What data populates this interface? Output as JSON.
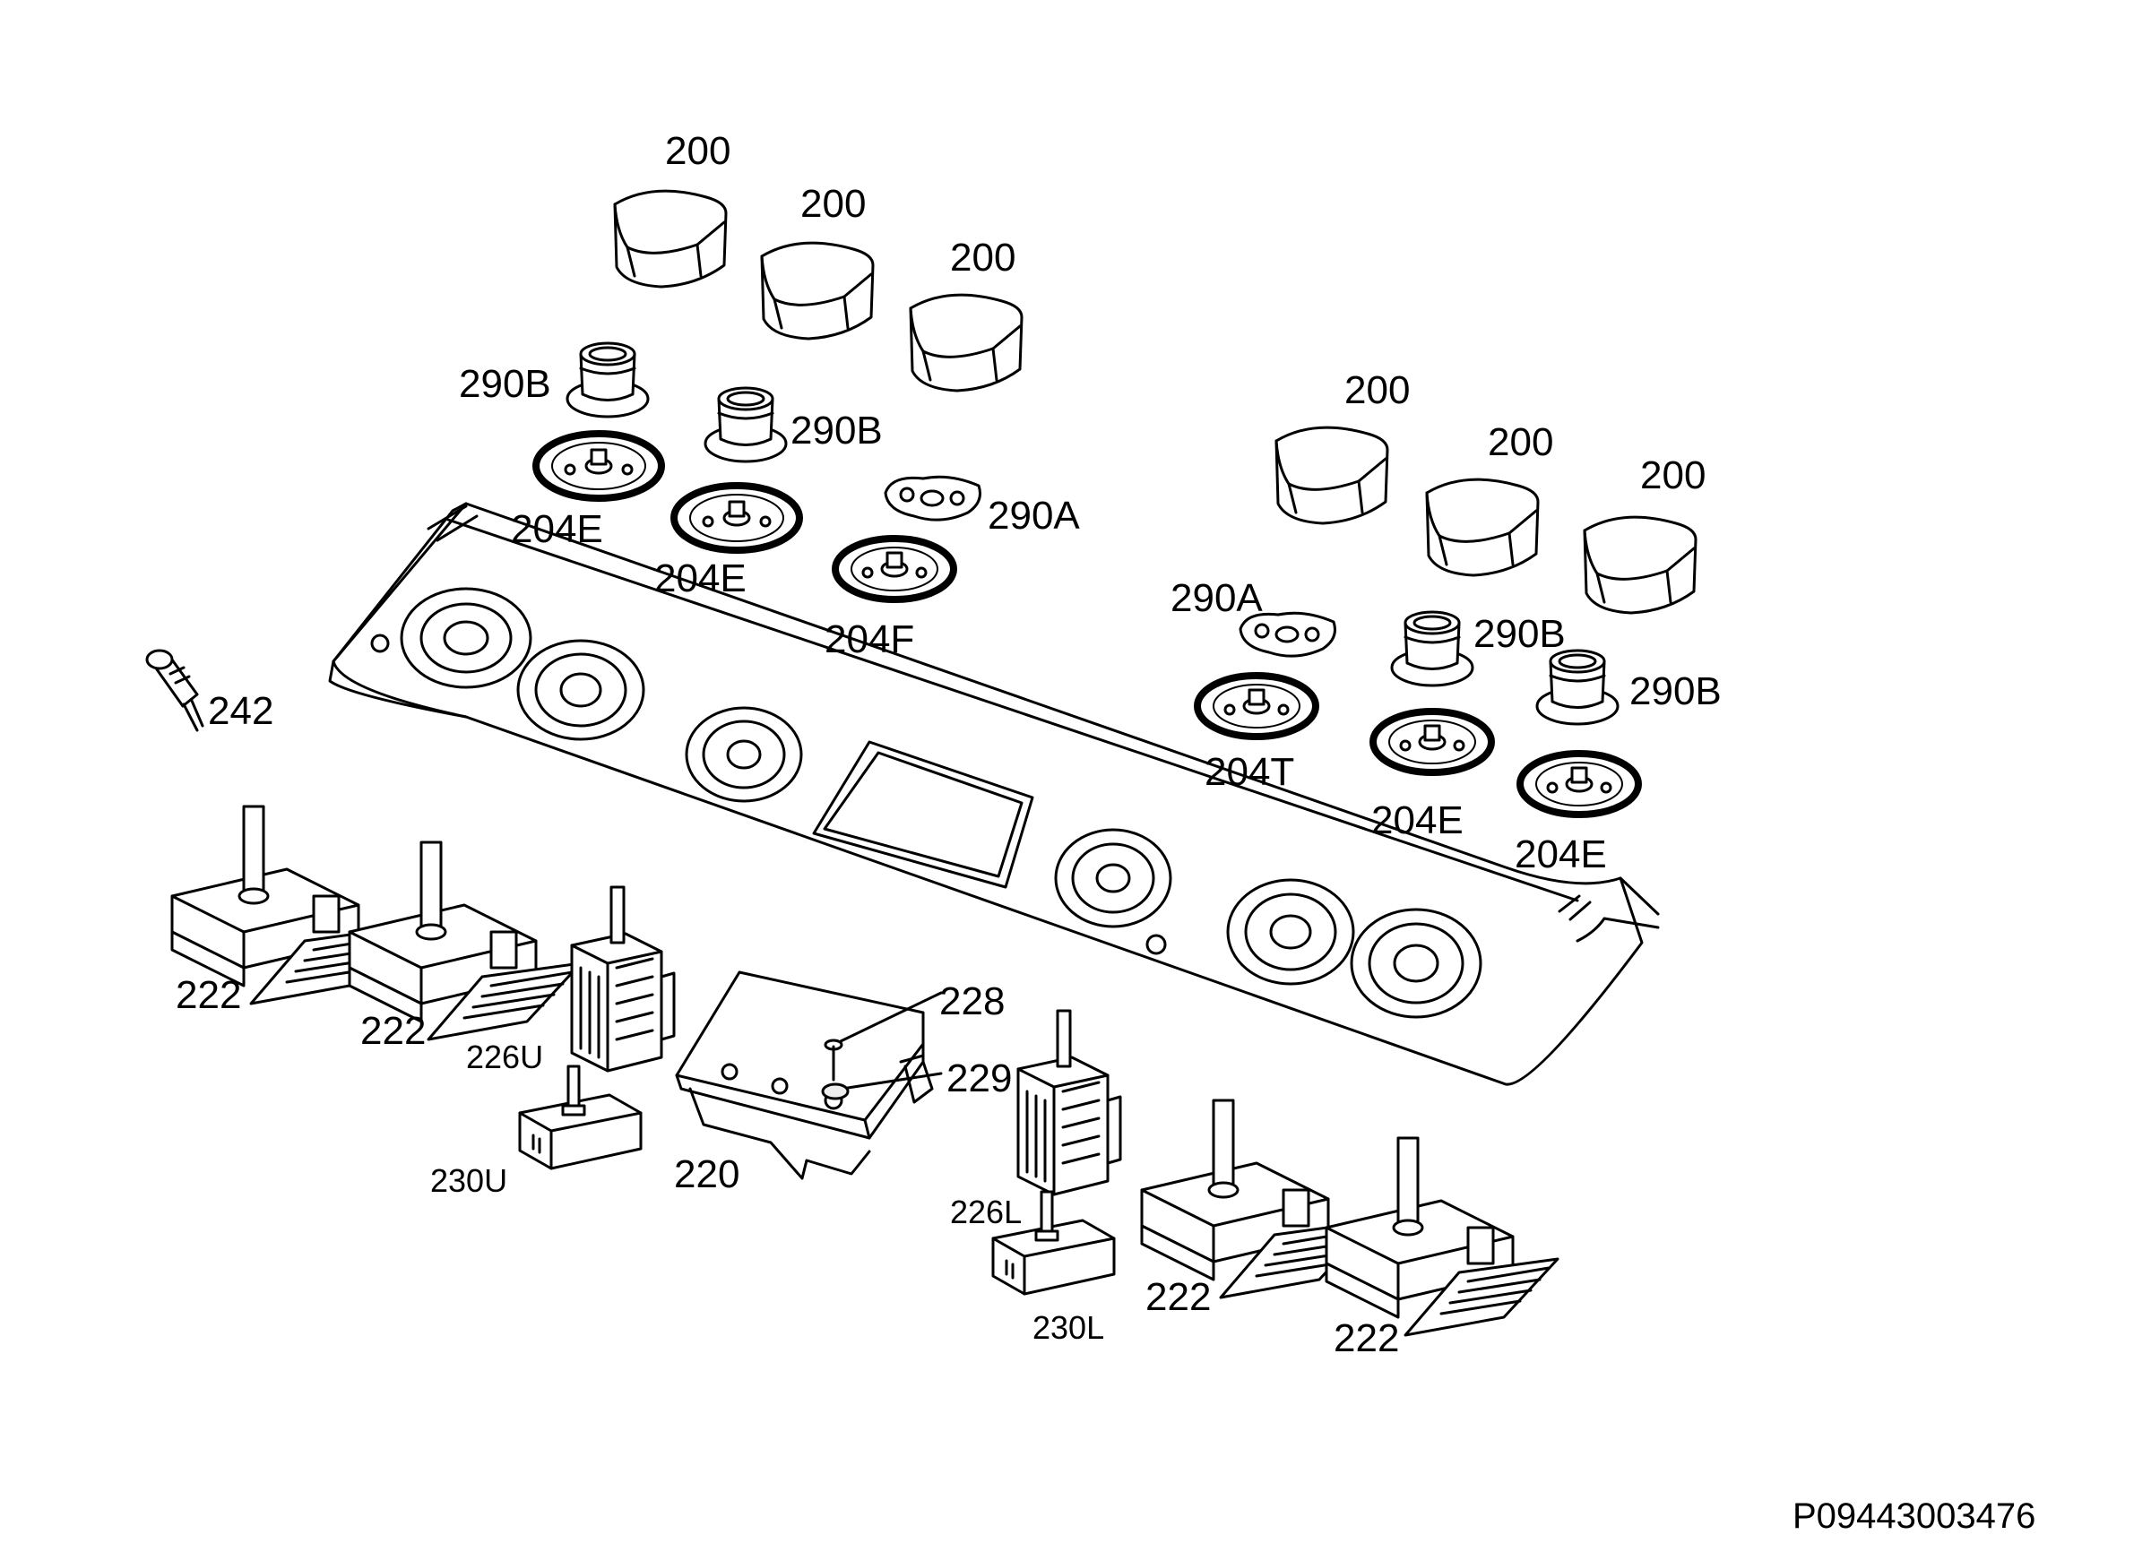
{
  "labels": {
    "knob": "200",
    "bezel_e": "204E",
    "bezel_f": "204F",
    "bezel_t": "204T",
    "gasket_a": "290A",
    "sleeve_b": "290B",
    "igniter": "242",
    "switch": "222",
    "selector_upper": "226U",
    "selector_lower": "226L",
    "thermostat_upper": "230U",
    "thermostat_lower": "230L",
    "timer_box": "220",
    "screw": "228",
    "washer": "229"
  },
  "reference": "P09443003476"
}
